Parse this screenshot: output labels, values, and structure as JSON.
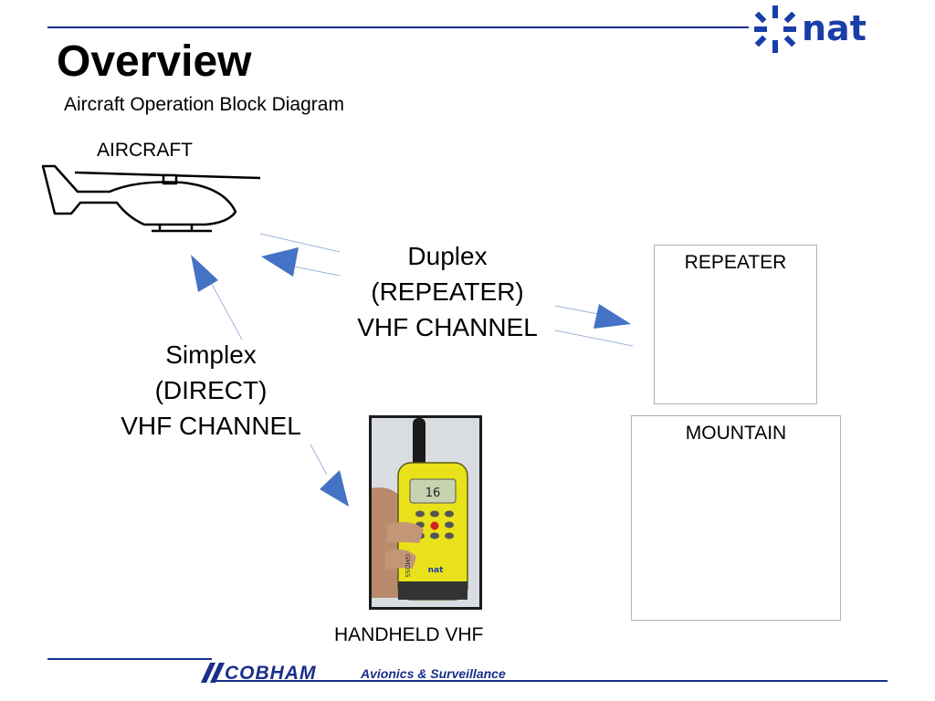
{
  "header": {
    "title": "Overview",
    "subtitle": "Aircraft Operation Block Diagram",
    "logo_text": "nat",
    "accent_color": "#1a2e8c"
  },
  "diagram": {
    "aircraft_label": "AIRCRAFT",
    "duplex_label": [
      "Duplex",
      "(REPEATER)",
      "VHF CHANNEL"
    ],
    "simplex_label": [
      "Simplex",
      "(DIRECT)",
      "VHF CHANNEL"
    ],
    "repeater_label": "REPEATER",
    "mountain_label": "MOUNTAIN",
    "handheld_label": "HANDHELD VHF",
    "radio_display": "16",
    "radio_brand": "nat",
    "radio_side_text": "GMDSS",
    "arrow_color": "#4472c4"
  },
  "footer": {
    "brand": "COBHAM",
    "division": "Avionics & Surveillance"
  }
}
